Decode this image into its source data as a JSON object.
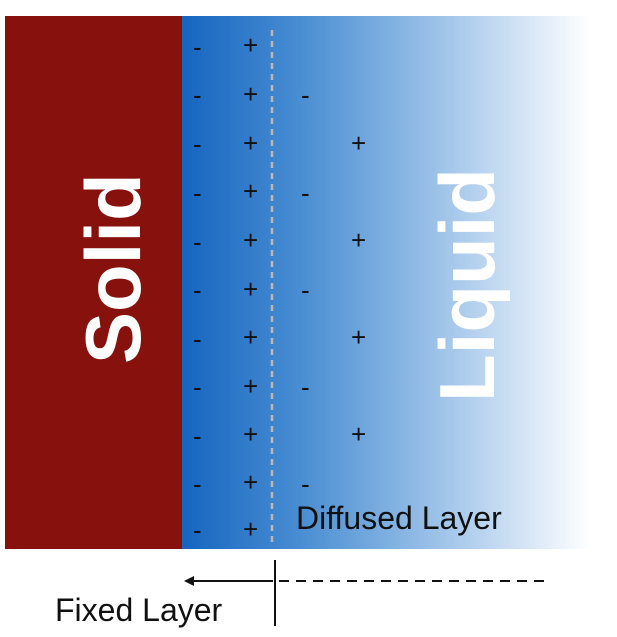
{
  "solid": {
    "label": "Solid",
    "color": "#87110c"
  },
  "liquid": {
    "label": "Liquid",
    "gradient_start": "#1565c0",
    "gradient_end": "#ffffff"
  },
  "labels": {
    "diffused_layer": "Diffused Layer",
    "fixed_layer": "Fixed Layer"
  },
  "charges": {
    "fixed_negative": [
      "-",
      "-",
      "-",
      "-",
      "-",
      "-",
      "-",
      "-",
      "-",
      "-",
      "-"
    ],
    "fixed_positive": [
      "+",
      "+",
      "+",
      "+",
      "+",
      "+",
      "+",
      "+",
      "+",
      "+",
      "+"
    ],
    "diffused_negative": [
      "-",
      "-",
      "-",
      "-",
      "-",
      "-"
    ],
    "diffused_positive": [
      "+",
      "+",
      "+",
      "+"
    ]
  }
}
